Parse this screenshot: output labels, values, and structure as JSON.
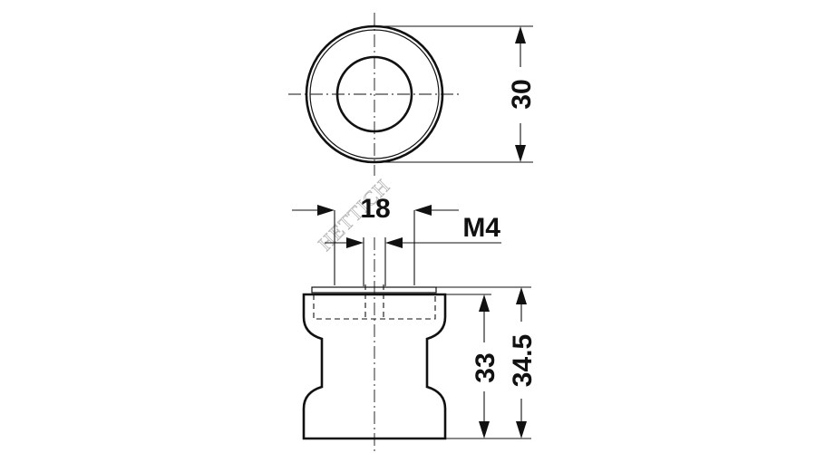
{
  "dimensions": {
    "outer_diameter": "30",
    "spacing": "18",
    "thread": "M4",
    "height_body": "33",
    "height_total": "34.5"
  },
  "watermark": "HETTICH"
}
